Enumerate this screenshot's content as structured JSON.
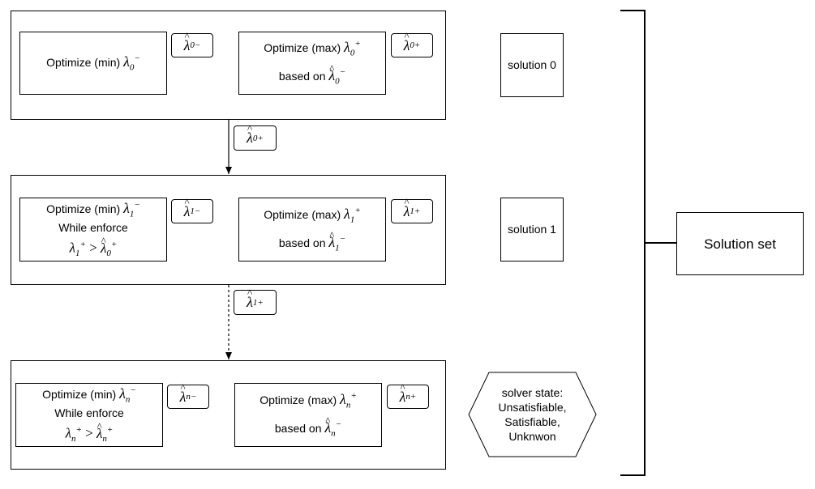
{
  "diagram": {
    "stages": [
      {
        "id": "0",
        "min_box": {
          "prefix": "Optimize (min)",
          "var_sym": "λ",
          "var_sup": "−",
          "var_sub": "0"
        },
        "min_label": {
          "sym": "λ",
          "hat": "^",
          "sup": "−",
          "sub": "0"
        },
        "max_box": {
          "line1": "Optimize (max)",
          "var_sym": "λ",
          "var_sup": "+",
          "var_sub": "0",
          "line2": "based on",
          "based_sym": "λ",
          "based_hat": "^",
          "based_sup": "−",
          "based_sub": "0"
        },
        "max_label": {
          "sym": "λ",
          "hat": "^",
          "sup": "+",
          "sub": "0"
        },
        "solution": "solution 0"
      },
      {
        "id": "1",
        "min_box": {
          "prefix": "Optimize (min)",
          "var_sym": "λ",
          "var_sup": "−",
          "var_sub": "1",
          "line2": "While enforce",
          "constraint": {
            "lhs_sym": "λ",
            "lhs_sup": "+",
            "lhs_sub": "1",
            "op": ">",
            "rhs_sym": "λ",
            "rhs_hat": "^",
            "rhs_sup": "+",
            "rhs_sub": "0"
          }
        },
        "min_label": {
          "sym": "λ",
          "hat": "^",
          "sup": "−",
          "sub": "1"
        },
        "max_box": {
          "line1": "Optimize (max)",
          "var_sym": "λ",
          "var_sup": "+",
          "var_sub": "1",
          "line2": "based on",
          "based_sym": "λ",
          "based_hat": "^",
          "based_sup": "−",
          "based_sub": "1"
        },
        "max_label": {
          "sym": "λ",
          "hat": "^",
          "sup": "+",
          "sub": "1"
        },
        "solution": "solution 1"
      },
      {
        "id": "n",
        "min_box": {
          "prefix": "Optimize (min)",
          "var_sym": "λ",
          "var_sup": "−",
          "var_sub": "n",
          "line2": "While enforce",
          "constraint": {
            "lhs_sym": "λ",
            "lhs_sup": "+",
            "lhs_sub": "n",
            "op": ">",
            "rhs_sym": "λ",
            "rhs_hat": "^",
            "rhs_sup": "+",
            "rhs_sub": "n"
          }
        },
        "min_label": {
          "sym": "λ",
          "hat": "^",
          "sup": "−",
          "sub": "n"
        },
        "max_box": {
          "line1": "Optimize (max)",
          "var_sym": "λ",
          "var_sup": "+",
          "var_sub": "n",
          "line2": "based on",
          "based_sym": "λ",
          "based_hat": "^",
          "based_sup": "−",
          "based_sub": "n"
        },
        "max_label": {
          "sym": "λ",
          "hat": "^",
          "sup": "+",
          "sub": "n"
        }
      }
    ],
    "between_labels": [
      {
        "sym": "λ",
        "hat": "^",
        "sup": "+",
        "sub": "0"
      },
      {
        "sym": "λ",
        "hat": "^",
        "sup": "+",
        "sub": "1"
      }
    ],
    "solver_state": {
      "line1": "solver state:",
      "line2": "Unsatisfiable,",
      "line3": "Satisfiable,",
      "line4": "Unknwon"
    },
    "solution_set": "Solution set",
    "colors": {
      "stroke": "#000000",
      "fill": "#ffffff"
    }
  }
}
